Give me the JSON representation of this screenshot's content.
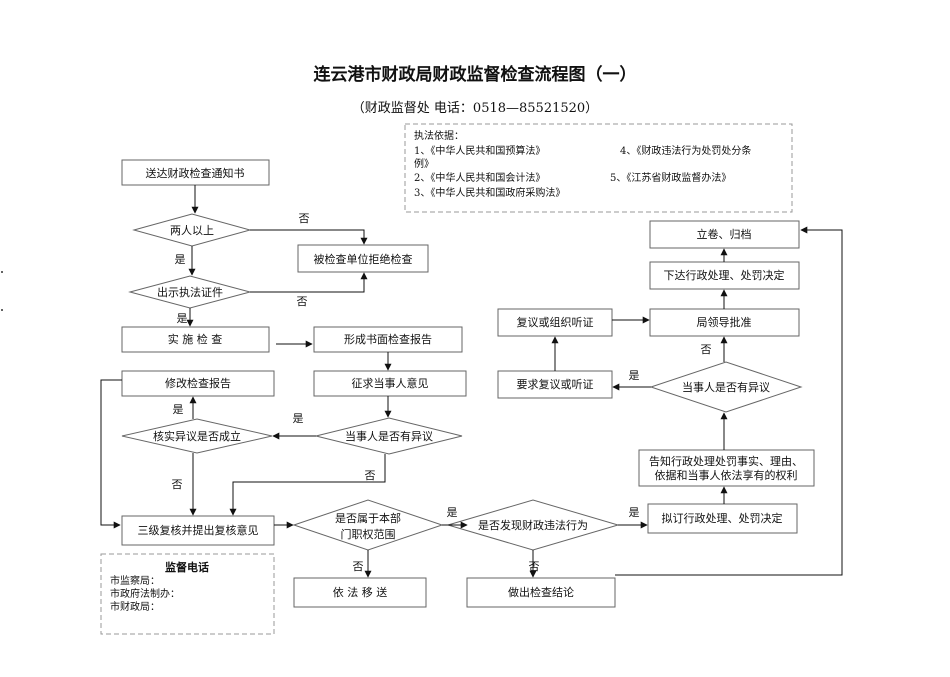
{
  "title": "连云港市财政局财政监督检查流程图（一）",
  "subtitle": "（财政监督处     电话：0518—85521520）",
  "legal_basis": {
    "heading": "执法依据：",
    "line1a": "1、《中华人民共和国预算法》",
    "line1b": "4、《财政违法行为处罚处分条",
    "line1c": "例》",
    "line2a": "2、《中华人民共和国会计法》",
    "line2b": "5、《江苏省财政监督办法》",
    "line3": "3、《中华人民共和国政府采购法》"
  },
  "nodes": {
    "notify": "送达财政检查通知书",
    "two_persons": "两人以上",
    "refuse": "被检查单位拒绝检查",
    "show_cert": "出示执法证件",
    "implement": "实 施 检 查",
    "written_report": "形成书面检查报告",
    "modify_report": "修改检查报告",
    "solicit": "征求当事人意见",
    "verify": "核实异议是否成立",
    "party_objection": "当事人是否有异议",
    "three_level": "三级复核并提出复核意见",
    "in_scope_1": "是否属于本部",
    "in_scope_2": "门职权范围",
    "found_violation": "是否发现财政违法行为",
    "draft_penalty": "拟订行政处理、处罚决定",
    "transfer": "依 法 移 送",
    "conclusion": "做出检查结论",
    "inform_1": "告知行政处理处罚事实、理由、",
    "inform_2": "依据和当事人依法享有的权利",
    "party_objection_2": "当事人是否有异议",
    "request_review": "要求复议或听证",
    "review_hearing": "复议或组织听证",
    "leader_approve": "局领导批准",
    "issue_decision": "下达行政处理、处罚决定",
    "archive": "立卷、归档"
  },
  "edge_labels": {
    "yes": "是",
    "no": "否"
  },
  "supervision": {
    "heading": "监督电话",
    "line1": "市监察局：",
    "line2": "市政府法制办：",
    "line3": "市财政局："
  }
}
